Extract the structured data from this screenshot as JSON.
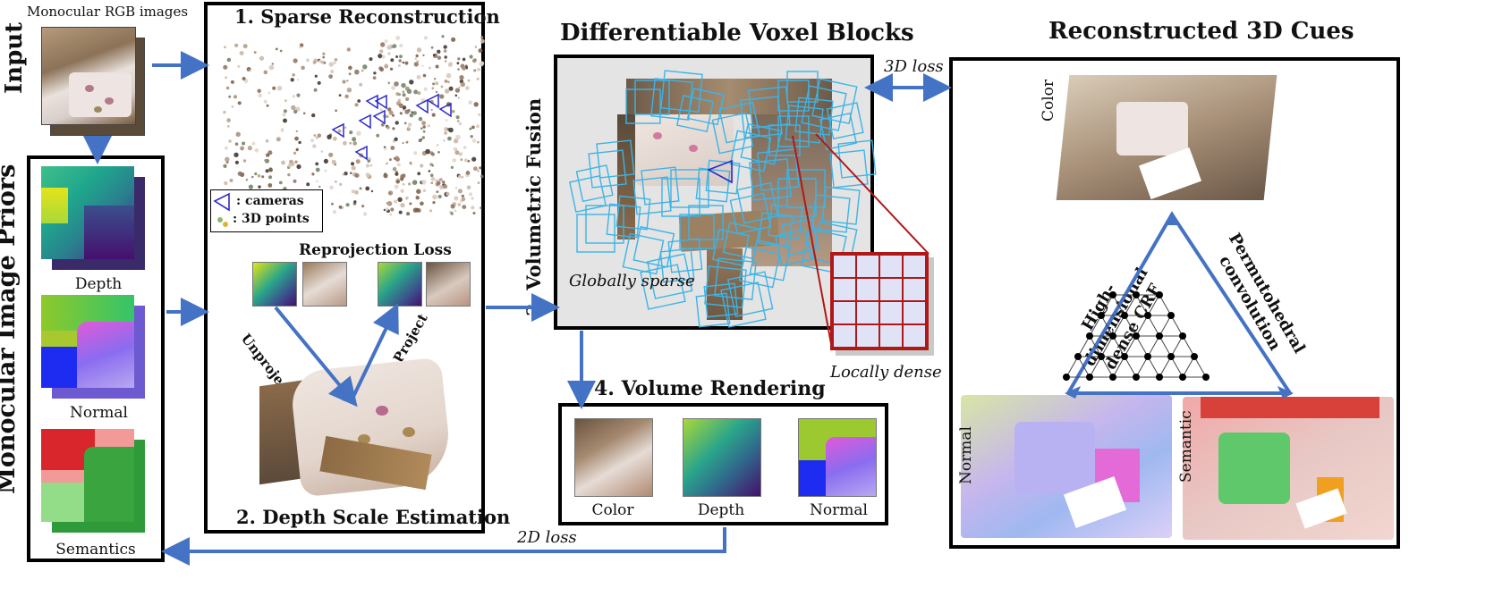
{
  "input": {
    "heading": "Input",
    "images_label": "Monocular RGB images"
  },
  "priors": {
    "heading": "Monocular Image Priors",
    "depth_label": "Depth",
    "normal_label": "Normal",
    "semantics_label": "Semantics"
  },
  "sparse": {
    "title": "1. Sparse Reconstruction",
    "legend_cameras": ": cameras",
    "legend_points": ": 3D points",
    "reprojection_label": "Reprojection Loss",
    "unproject_label": "Unproject",
    "project_label": "Project",
    "depth_scale_title": "2. Depth Scale Estimation"
  },
  "fusion": {
    "label": "3. Volumetric Fusion"
  },
  "voxel": {
    "title": "Differentiable Voxel Blocks",
    "globally_sparse": "Globally sparse",
    "locally_dense": "Locally dense"
  },
  "rendering": {
    "title": "4. Volume Rendering",
    "color_label": "Color",
    "depth_label": "Depth",
    "normal_label": "Normal"
  },
  "losses": {
    "loss_3d": "3D loss",
    "loss_2d": "2D loss"
  },
  "cues": {
    "title": "Reconstructed 3D Cues",
    "color_label": "Color",
    "normal_label": "Normal",
    "semantic_label": "Semantic",
    "crf_label_line1": "High-dimensional",
    "crf_label_line2": "dense CRF",
    "perm_label_line1": "Permutohedral",
    "perm_label_line2": "convolution"
  },
  "colors": {
    "arrow_blue": "#4472c4",
    "voxel_cyan": "#3cb4e6",
    "grid_red": "#b01818",
    "grid_fill": "#dfe3f5",
    "camera_blue": "#2b2bc8"
  }
}
